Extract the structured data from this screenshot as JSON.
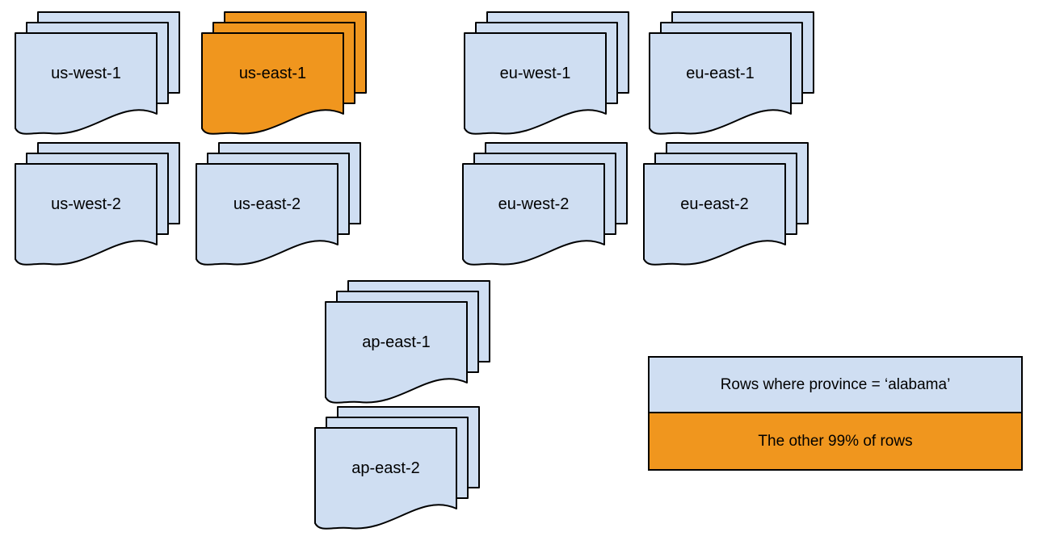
{
  "diagram": {
    "stacks": [
      {
        "label": "us-west-1",
        "variant": "blue"
      },
      {
        "label": "us-east-1",
        "variant": "orange"
      },
      {
        "label": "eu-west-1",
        "variant": "blue"
      },
      {
        "label": "eu-east-1",
        "variant": "blue"
      },
      {
        "label": "us-west-2",
        "variant": "blue"
      },
      {
        "label": "us-east-2",
        "variant": "blue"
      },
      {
        "label": "eu-west-2",
        "variant": "blue"
      },
      {
        "label": "eu-east-2",
        "variant": "blue"
      },
      {
        "label": "ap-east-1",
        "variant": "blue"
      },
      {
        "label": "ap-east-2",
        "variant": "blue"
      }
    ],
    "legend": {
      "rows": [
        {
          "label": "Rows where province = ‘alabama’",
          "variant": "blue"
        },
        {
          "label": "The other 99% of rows",
          "variant": "orange"
        }
      ]
    },
    "colors": {
      "blue": "#cfdef2",
      "orange": "#f0961e",
      "border": "#000000",
      "text": "#000000"
    }
  }
}
